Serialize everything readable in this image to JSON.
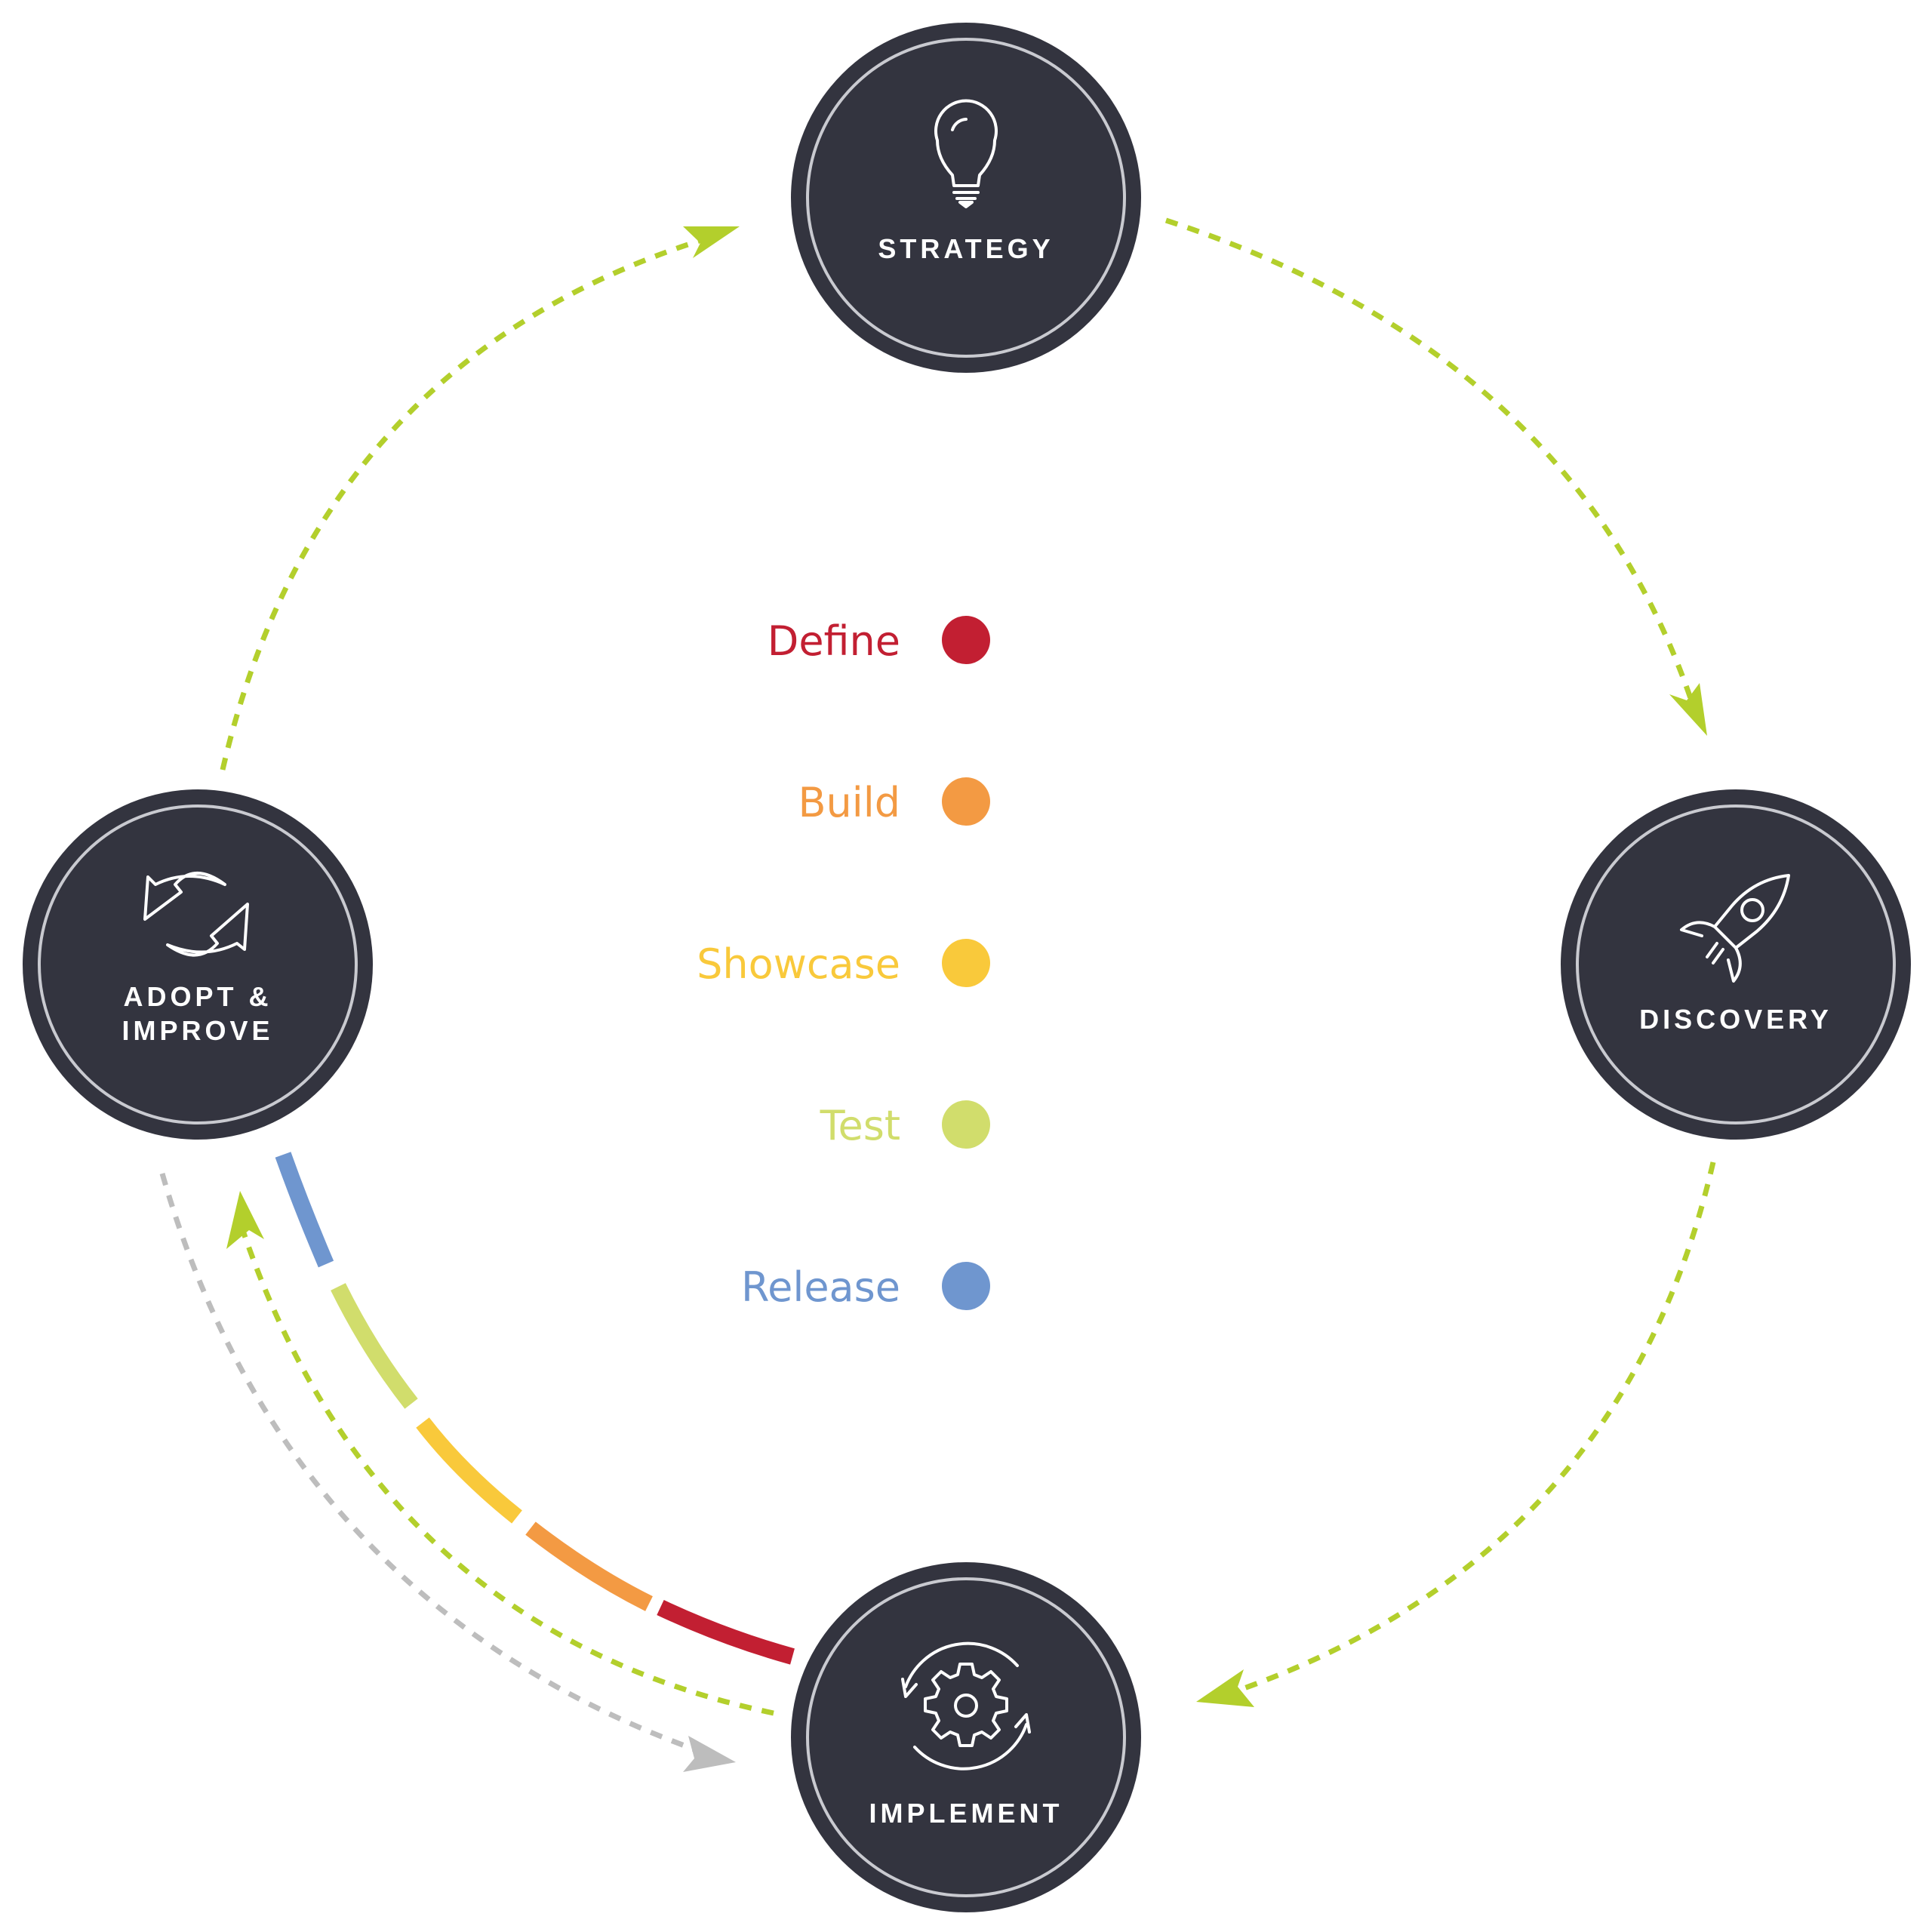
{
  "colors": {
    "node_fill": "#33343f",
    "node_ring": "#c9cad0",
    "cycle_arrow": "#b3cf2c",
    "return_arrow": "#bdbdbd",
    "icon_stroke": "#ffffff"
  },
  "nodes": [
    {
      "id": "strategy",
      "label_lines": [
        "STRATEGY"
      ],
      "icon": "lightbulb-icon"
    },
    {
      "id": "discovery",
      "label_lines": [
        "DISCOVERY"
      ],
      "icon": "rocket-icon"
    },
    {
      "id": "implement",
      "label_lines": [
        "IMPLEMENT"
      ],
      "icon": "gear-cycle-icon"
    },
    {
      "id": "adopt",
      "label_lines": [
        "ADOPT &",
        "IMPROVE"
      ],
      "icon": "refresh-arrows-icon"
    }
  ],
  "legend": [
    {
      "label": "Define",
      "color": "#c21f32"
    },
    {
      "label": "Build",
      "color": "#f39a43"
    },
    {
      "label": "Showcase",
      "color": "#f9c93b"
    },
    {
      "label": "Test",
      "color": "#d1dd6c"
    },
    {
      "label": "Release",
      "color": "#6f96cf"
    }
  ],
  "edges": [
    {
      "from": "strategy",
      "to": "discovery",
      "style": "dashed",
      "color": "#b3cf2c"
    },
    {
      "from": "discovery",
      "to": "implement",
      "style": "dashed",
      "color": "#b3cf2c"
    },
    {
      "from": "implement",
      "to": "adopt",
      "style": "dashed",
      "color": "#b3cf2c"
    },
    {
      "from": "adopt",
      "to": "strategy",
      "style": "dashed",
      "color": "#b3cf2c"
    },
    {
      "from": "adopt",
      "to": "implement",
      "style": "dashed",
      "color": "#bdbdbd"
    }
  ]
}
